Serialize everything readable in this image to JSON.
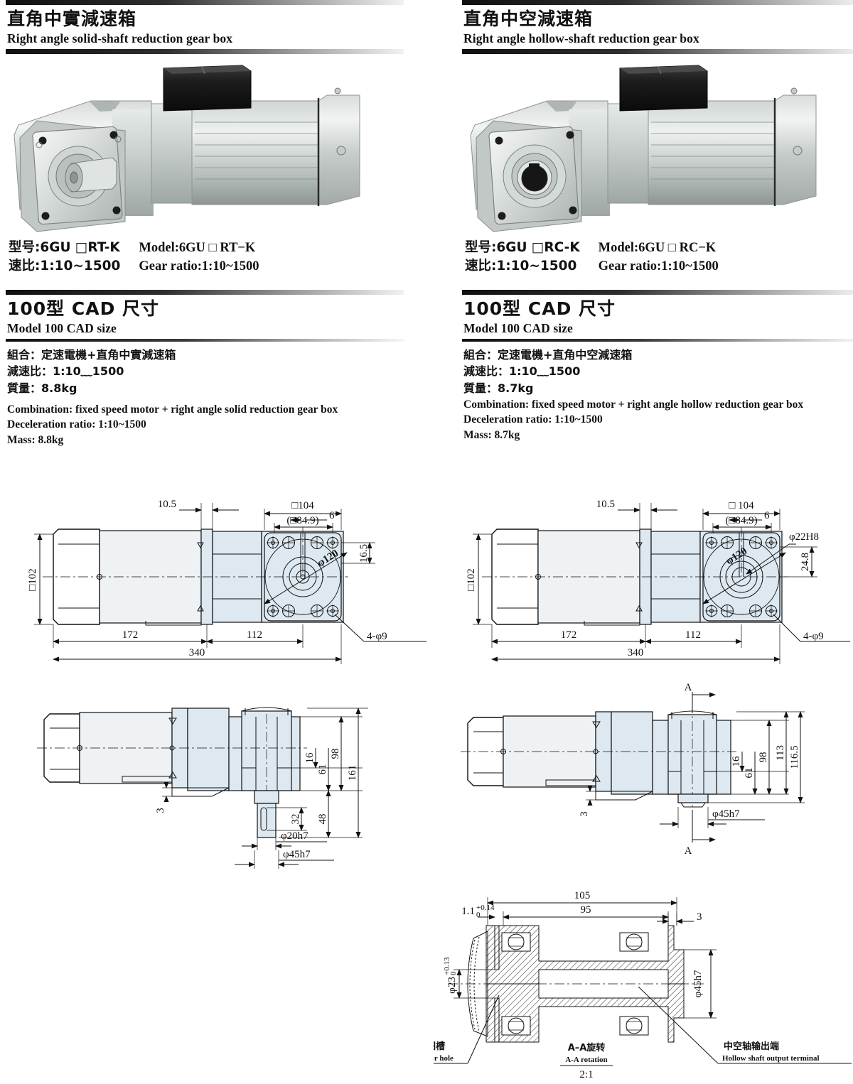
{
  "left": {
    "header": {
      "title_cn": "直角中實減速箱",
      "title_en": "Right angle solid-shaft reduction gear box"
    },
    "photo_name": "right-angle-solid-shaft-gear-motor-photo",
    "spec": {
      "model_cn": "型号:6GU □RT-K",
      "ratio_cn": "速比:1:10~1500",
      "model_en": "Model:6GU □ RT−K",
      "ratio_en": "Gear ratio:1:10~1500"
    },
    "cad": {
      "title_cn": "100型  CAD 尺寸",
      "title_en": "Model 100  CAD size",
      "combination_cn": "組合：定速電機+直角中實減速箱",
      "ratio_cn": "減速比：1:10﹏1500",
      "mass_cn": "質量：8.8kg",
      "combination_en": "Combination: fixed speed motor + right angle solid reduction gear box",
      "ratio_en": "Deceleration ratio: 1:10~1500",
      "mass_en": "Mass: 8.8kg"
    },
    "drawing_top": {
      "name": "top-view-solid-shaft",
      "dims": {
        "flange_square": "□104",
        "bolt_pitch": "(□84.9)",
        "key_width": "6",
        "shaft_offset": "16.5",
        "bolt_circle": "φ120",
        "bolt_holes": "4-φ9",
        "gear_offset": "10.5",
        "motor_len": "172",
        "gearbox_len": "112",
        "total_len": "340",
        "motor_square": "□102"
      }
    },
    "drawing_side": {
      "name": "side-view-solid-shaft",
      "dims": {
        "d16": "16",
        "d61": "61",
        "d98": "98",
        "d161": "161",
        "d3": "3",
        "d32": "32",
        "d48": "48",
        "shaft_dia": "φ20h7",
        "boss_dia": "φ45h7"
      }
    }
  },
  "right": {
    "header": {
      "title_cn": "直角中空減速箱",
      "title_en": "Right angle hollow-shaft reduction gear box"
    },
    "photo_name": "right-angle-hollow-shaft-gear-motor-photo",
    "spec": {
      "model_cn": "型号:6GU □RC-K",
      "ratio_cn": "速比:1:10~1500",
      "model_en": "Model:6GU □ RC−K",
      "ratio_en": "Gear ratio:1:10~1500"
    },
    "cad": {
      "title_cn": "100型  CAD 尺寸",
      "title_en": "Model 100  CAD size",
      "combination_cn": "組合：定速電機+直角中空減速箱",
      "ratio_cn": "減速比：1:10﹏1500",
      "mass_cn": "質量：8.7kg",
      "combination_en": "Combination: fixed speed motor + right angle hollow reduction gear box",
      "ratio_en": "Deceleration ratio: 1:10~1500",
      "mass_en": "Mass: 8.7kg"
    },
    "drawing_top": {
      "name": "top-view-hollow-shaft",
      "dims": {
        "flange_square": "□ 104",
        "bolt_pitch": "(□84.9)",
        "key_width": "6",
        "bore_dia": "φ22H8",
        "shaft_offset": "24.8",
        "bolt_circle": "φ120",
        "bolt_holes": "4-φ9",
        "gear_offset": "10.5",
        "motor_len": "172",
        "gearbox_len": "112",
        "total_len": "340",
        "motor_square": "□102"
      }
    },
    "drawing_side": {
      "name": "side-view-hollow-shaft",
      "dims": {
        "section_mark_top": "A",
        "section_mark_bottom": "A",
        "d16": "16",
        "d61": "61",
        "d98": "98",
        "d113": "113",
        "d116_5": "116.5",
        "d3": "3",
        "boss_dia": "φ45h7"
      }
    },
    "section_aa": {
      "name": "section-a-a-hollow-shaft",
      "dims": {
        "overall": "105",
        "inner": "95",
        "edge": "3",
        "groove_width": "1.1",
        "groove_tol_upper": "+0.14",
        "groove_tol_lower": "0",
        "groove_dia": "φ23",
        "groove_dia_tol_upper": "+0.13",
        "groove_dia_tol_lower": "0",
        "boss_dia": "φ45h7"
      },
      "callout_left_cn": "孔用弹性挡圈槽",
      "callout_left_en": "Slot of circlips for hole",
      "callout_center_cn": "A–A旋转",
      "callout_center_en": "A-A rotation",
      "callout_center_scale": "2:1",
      "callout_right_cn": "中空轴输出端",
      "callout_right_en": "Hollow shaft output terminal"
    }
  }
}
